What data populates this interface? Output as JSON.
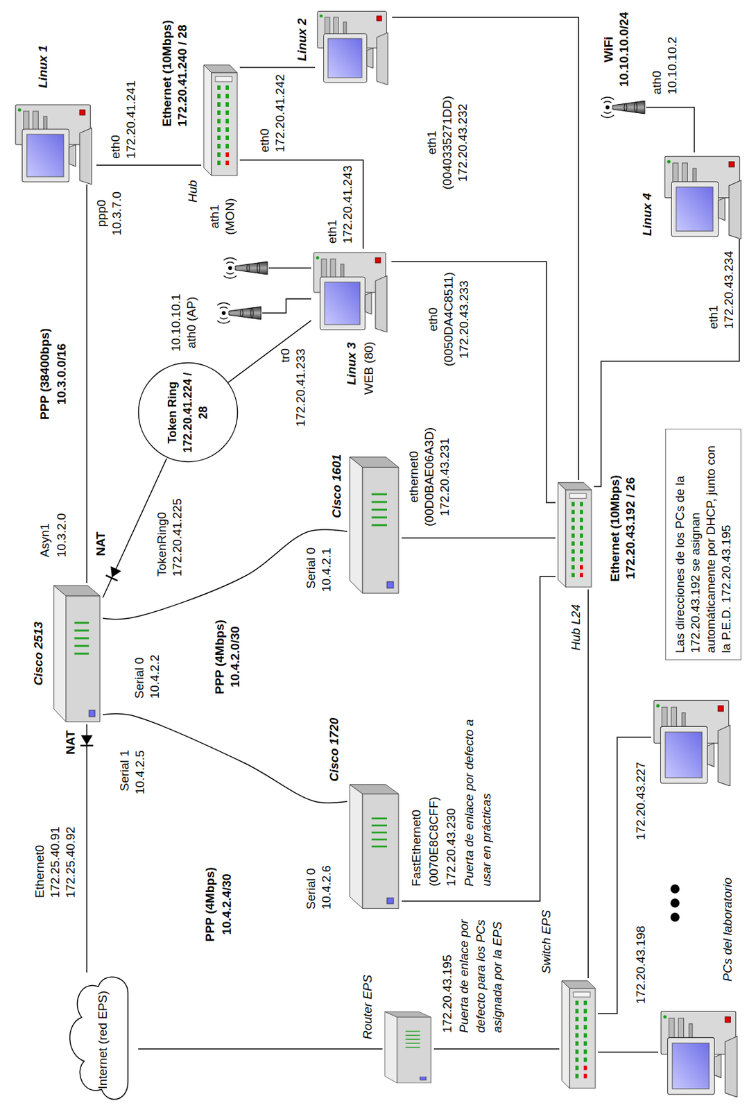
{
  "diagram": {
    "nodes": [
      {
        "text": [
          "Internet (red EPS)"
        ]
      },
      {
        "text": [
          "Cisco 2513"
        ]
      },
      {
        "text": [
          "Linux 1"
        ]
      },
      {
        "text": [
          "Hub"
        ]
      },
      {
        "text": [
          "Linux 2"
        ]
      },
      {
        "text": [
          "Token Ring 172.20.41.224 / 28"
        ]
      },
      {
        "text": [
          "Linux 3",
          "WEB (80)"
        ]
      },
      {
        "text": [
          "Cisco 1601"
        ]
      },
      {
        "text": [
          "Cisco 1720"
        ]
      },
      {
        "text": [
          "Hub L24"
        ]
      },
      {
        "text": [
          "Router EPS"
        ]
      },
      {
        "text": [
          "Switch EPS"
        ]
      },
      {
        "text": [
          "172.20.43.198"
        ]
      },
      {
        "text": [
          "172.20.43.227"
        ]
      },
      {
        "text": [
          "Linux 4"
        ]
      },
      {
        "text": [
          "Las direcciones de los PCs de la 172.20.43.192 se asignan automáticamente por DHCP, junto con la P.E.D. 172.20.43.195"
        ]
      }
    ],
    "edges": [
      {
        "from": 0,
        "to": 1,
        "arrow": "none"
      },
      {
        "from": 1,
        "to": 2,
        "arrow": "none"
      },
      {
        "from": 2,
        "to": 3,
        "arrow": "none"
      },
      {
        "from": 3,
        "to": 4,
        "arrow": "none"
      },
      {
        "from": 3,
        "to": 6,
        "arrow": "none"
      },
      {
        "from": 5,
        "to": 6,
        "arrow": "none"
      },
      {
        "from": 1,
        "to": 5,
        "arrow": "none"
      },
      {
        "from": 1,
        "to": 7,
        "arrow": "none"
      },
      {
        "from": 1,
        "to": 8,
        "arrow": "none"
      },
      {
        "from": 7,
        "to": 9,
        "arrow": "none"
      },
      {
        "from": 8,
        "to": 9,
        "arrow": "none"
      },
      {
        "from": 6,
        "to": 9,
        "arrow": "none"
      },
      {
        "from": 4,
        "to": 9,
        "arrow": "none"
      },
      {
        "from": 9,
        "to": 14,
        "arrow": "none"
      },
      {
        "from": 9,
        "to": 11,
        "arrow": "none"
      },
      {
        "from": 0,
        "to": 10,
        "arrow": "none"
      },
      {
        "from": 10,
        "to": 11,
        "arrow": "none"
      },
      {
        "from": 11,
        "to": 12,
        "arrow": "none"
      },
      {
        "from": 11,
        "to": 13,
        "arrow": "none"
      }
    ],
    "labels": [
      "Ethernet0",
      "172.25.40.91",
      "172.25.40.92",
      "NAT",
      "Serial 1",
      "10.4.2.5",
      "Asyn1",
      "10.3.2.0",
      "PPP (38400bps)",
      "10.3.0.0/16",
      "ppp0",
      "10.3.7.0",
      "eth0",
      "172.20.41.241",
      "Ethernet (10Mbps)",
      "172.20.41.240 / 28",
      "eth0",
      "172.20.41.242",
      "ath1",
      "(MON)",
      "10.10.10.1",
      "ath0 (AP)",
      "tr0",
      "172.20.41.233",
      "eth1",
      "172.20.41.243",
      "eth0",
      "(0050DA4C8511)",
      "172.20.43.233",
      "eth1",
      "(0040335271DD)",
      "172.20.43.232",
      "TokenRing0",
      "172.20.41.225",
      "NAT",
      "Serial 0",
      "10.4.2.2",
      "PPP (4Mbps)",
      "10.4.2.0/30",
      "Serial 0",
      "10.4.2.1",
      "ethernet0",
      "(00D0BAE06A3D)",
      "172.20.43.231",
      "Serial 0",
      "10.4.2.6",
      "PPP (4Mbps)",
      "10.4.2.4/30",
      "FastEthernet0",
      "(0070E8C8CFF)",
      "172.20.43.230",
      "Puerta de enlace por defecto a",
      "usar en prácticas",
      "172.20.43.195",
      "Puerta de enlace por",
      "defecto para los PCs",
      "asignada por la EPS",
      "Ethernet (10Mbps)",
      "172.20.43.192 / 26",
      "eth1",
      "172.20.43.234",
      "WiFi",
      "10.10.10.0/24",
      "ath0",
      "10.10.10.2",
      "PCs del laboratorio"
    ]
  }
}
